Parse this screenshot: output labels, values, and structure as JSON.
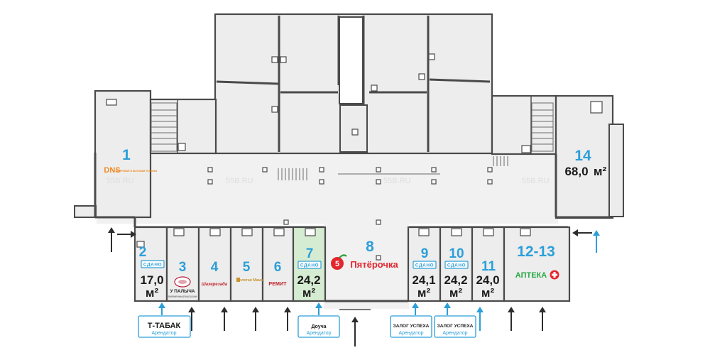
{
  "watermarks": [
    "55B.RU",
    "55B.RU",
    "55B.RU",
    "55B.RU"
  ],
  "units": [
    {
      "number": "1",
      "brand": "DNS",
      "brand_sub": "ЦИФРОВАЯ И БЫТОВАЯ ТЕХНИКА"
    },
    {
      "number": "2",
      "badge": "СДАНО",
      "area": "17,0",
      "unit": "м²"
    },
    {
      "number": "3",
      "brand": "У ПАЛЫЧА",
      "brand_sub": "ФИРМЕННЫЙ МАГАЗИН"
    },
    {
      "number": "4",
      "brand": "Шахерезада"
    },
    {
      "number": "5",
      "brand": "Золотая Мама"
    },
    {
      "number": "6",
      "brand": "РЕМИТ"
    },
    {
      "number": "7",
      "badge": "СДАНО",
      "area": "24,2",
      "unit": "м²"
    },
    {
      "number": "8",
      "brand": "Пятёрочка"
    },
    {
      "number": "9",
      "badge": "СДАНО",
      "area": "24,1",
      "unit": "м²"
    },
    {
      "number": "10",
      "badge": "СДАНО",
      "area": "24,2",
      "unit": "м²"
    },
    {
      "number": "11",
      "area": "24,0",
      "unit": "м²"
    },
    {
      "number": "12-13",
      "brand": "АПТЕКА"
    },
    {
      "number": "14",
      "area": "68,0",
      "unit": "м²"
    }
  ],
  "tenants": [
    {
      "name": "Т-ТАБАК",
      "sub": "Арендатор"
    },
    {
      "name": "Доуча",
      "sub": "Арендатор"
    },
    {
      "name": "ЗАЛОГ УСПЕХА",
      "sub": "Арендатор"
    },
    {
      "name": "ЗАЛОГ УСПЕХА",
      "sub": "Арендатор"
    }
  ],
  "colors": {
    "accent": "#2b9fd9",
    "highlight_unit": "#d6ecd2",
    "pyaterochka_red": "#e3262e",
    "pyaterochka_green": "#2c9a3a",
    "dns_orange": "#f08a24",
    "apteka_green": "#27a844",
    "apteka_red": "#e3262e",
    "remit_red": "#c0272d"
  }
}
